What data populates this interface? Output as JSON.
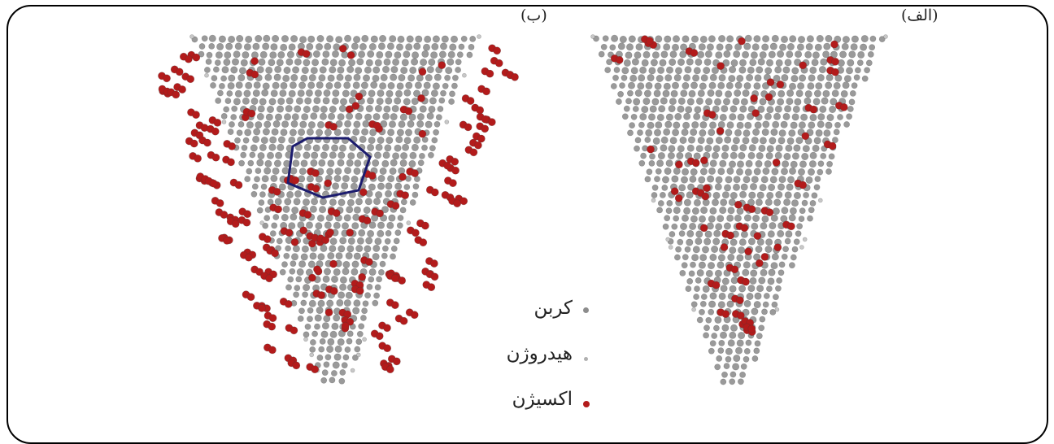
{
  "panel_labels": {
    "left": "(ب)",
    "right": "(الف)"
  },
  "legend": {
    "carbon": "کربن",
    "hydrogen": "هیدروژن",
    "oxygen": "اکسیژن"
  },
  "colors": {
    "carbon": "#9a9a9a",
    "hydrogen": "#c8c8c8",
    "oxygen": "#b31b1b",
    "highlight_hexagon": "#1c1c6e",
    "frame": "#000000"
  }
}
